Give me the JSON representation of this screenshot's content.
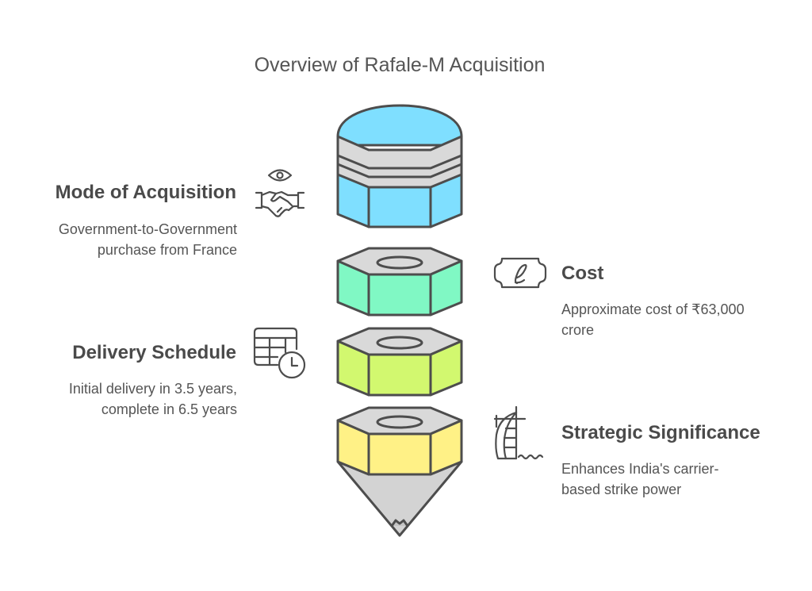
{
  "title": "Overview of Rafale-M Acquisition",
  "colors": {
    "stroke": "#4d4d4d",
    "cap": "#7fdfff",
    "band": "#d9d9d9",
    "segment2": "#80f8c4",
    "segment3": "#d2f86f",
    "segment4": "#fff186",
    "tip": "#d3d3d3"
  },
  "items": [
    {
      "heading": "Mode of Acquisition",
      "description_lines": [
        "Government-to-Government",
        "purchase from France"
      ],
      "icon": "handshake-eye-icon",
      "side": "left"
    },
    {
      "heading": "Cost",
      "description_lines": [
        "Approximate cost of ₹63,000",
        "crore"
      ],
      "icon": "rupee-ticket-icon",
      "side": "right"
    },
    {
      "heading": "Delivery Schedule",
      "description_lines": [
        "Initial delivery in 3.5 years,",
        "complete in 6.5 years"
      ],
      "icon": "calendar-clock-icon",
      "side": "left"
    },
    {
      "heading": "Strategic Significance",
      "description_lines": [
        "Enhances India's carrier-",
        "based strike power"
      ],
      "icon": "sail-building-icon",
      "side": "right"
    }
  ]
}
